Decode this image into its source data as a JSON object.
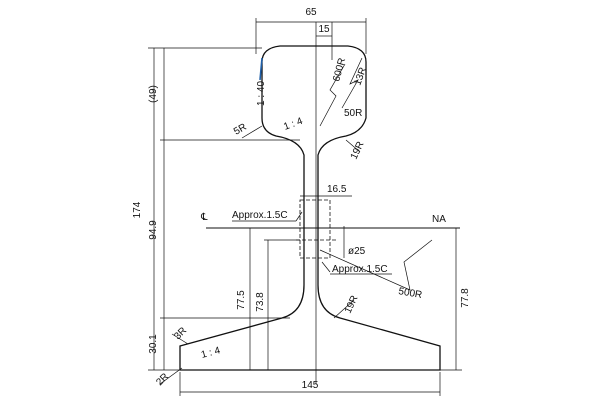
{
  "rail_drawing": {
    "dimensions": {
      "head_width": "65",
      "web_thickness": "15",
      "head_top_radius": "600R",
      "head_corner_radius": "13R",
      "head_side_radius": "50R",
      "head_slope": "1 : 40",
      "head_height": "(49)",
      "head_underside_radius": "5R",
      "head_underside_slope": "1 : 4",
      "fillet_head_web": "19R",
      "total_height": "174",
      "web_height": "94.9",
      "web_thickness_at_na": "16.5",
      "chamfer_upper": "Approx.1.5C",
      "bolt_hole_diameter": "ø25",
      "chamfer_lower": "Approx.1.5C",
      "bolt_hole_height": "77.5",
      "bolt_hole_center_height": "73.8",
      "web_radius": "500R",
      "fillet_web_foot": "19R",
      "foot_height": "30.1",
      "foot_edge_radius": "3R",
      "foot_slope": "1 : 4",
      "foot_corner_radius": "2R",
      "foot_width": "145",
      "neutral_axis_height": "77.8"
    },
    "labels": {
      "centerline": "℄",
      "neutral_axis": "NA"
    },
    "colors": {
      "line": "#111111",
      "accent": "#1f5fa8"
    }
  }
}
